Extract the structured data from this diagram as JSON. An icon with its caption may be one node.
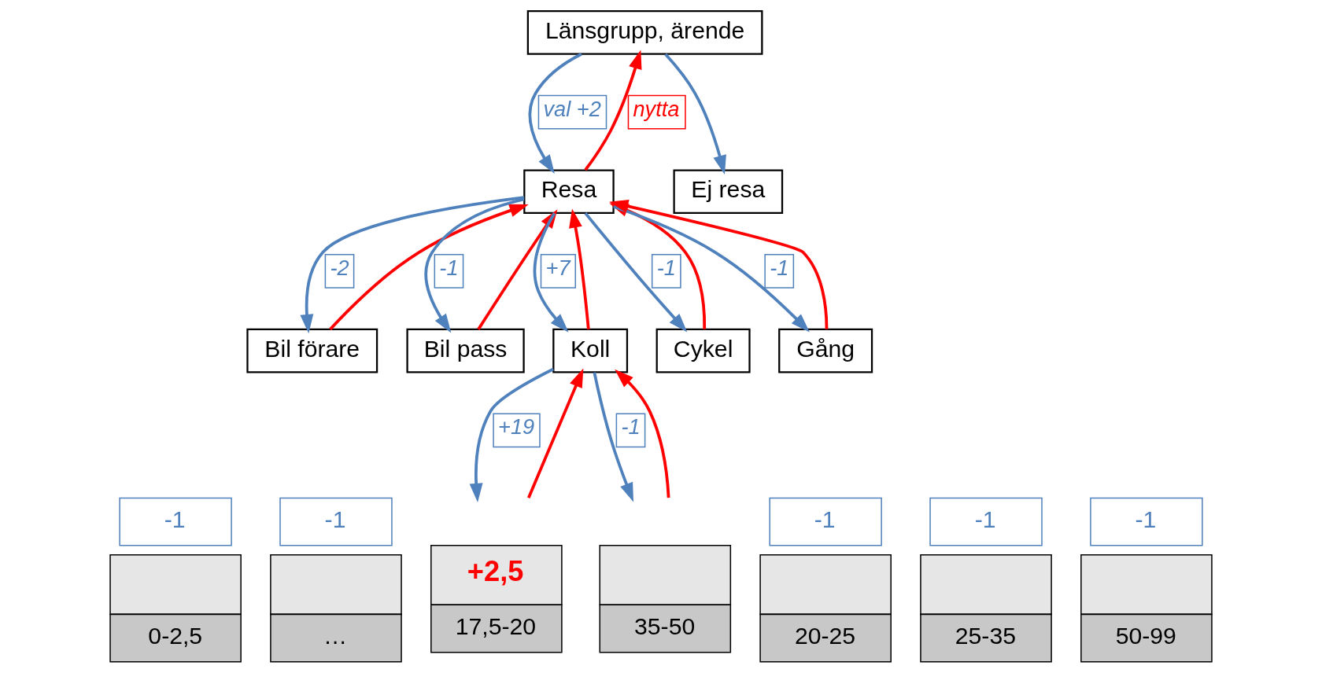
{
  "diagram": {
    "nodes": [
      {
        "text": [
          "Länsgrupp, ärende"
        ]
      },
      {
        "text": [
          "Resa"
        ]
      },
      {
        "text": [
          "Ej resa"
        ]
      },
      {
        "text": [
          "Bil förare"
        ]
      },
      {
        "text": [
          "Bil pass"
        ]
      },
      {
        "text": [
          "Koll"
        ]
      },
      {
        "text": [
          "Cykel"
        ]
      },
      {
        "text": [
          "Gång"
        ]
      },
      {
        "text": [
          "-1",
          "0-2,5"
        ]
      },
      {
        "text": [
          "-1",
          "…"
        ]
      },
      {
        "text": [
          "+2,5",
          "17,5-20"
        ]
      },
      {
        "text": [
          "-1",
          "20-25"
        ]
      },
      {
        "text": [
          "-1",
          "25-35"
        ]
      },
      {
        "text": [
          "35-50"
        ]
      },
      {
        "text": [
          "-1",
          "50-99"
        ]
      }
    ],
    "edges": [
      {
        "from": 0,
        "to": 1,
        "arrow": "to",
        "label": "val +2"
      },
      {
        "from": 1,
        "to": 0,
        "arrow": "to",
        "label": "nytta",
        "color": "#ff0000"
      },
      {
        "from": 0,
        "to": 2,
        "arrow": "to"
      },
      {
        "from": 1,
        "to": 3,
        "arrow": "to",
        "label": "-2"
      },
      {
        "from": 3,
        "to": 1,
        "arrow": "to",
        "color": "#ff0000"
      },
      {
        "from": 1,
        "to": 4,
        "arrow": "to",
        "label": "-1"
      },
      {
        "from": 4,
        "to": 1,
        "arrow": "to",
        "color": "#ff0000"
      },
      {
        "from": 1,
        "to": 5,
        "arrow": "to",
        "label": "+7"
      },
      {
        "from": 5,
        "to": 1,
        "arrow": "to",
        "color": "#ff0000"
      },
      {
        "from": 1,
        "to": 6,
        "arrow": "to",
        "label": "-1"
      },
      {
        "from": 6,
        "to": 1,
        "arrow": "to",
        "color": "#ff0000"
      },
      {
        "from": 1,
        "to": 7,
        "arrow": "to",
        "label": "-1"
      },
      {
        "from": 7,
        "to": 1,
        "arrow": "to",
        "color": "#ff0000"
      },
      {
        "from": 5,
        "to": 10,
        "arrow": "to",
        "label": "+19"
      },
      {
        "from": 10,
        "to": 5,
        "arrow": "to",
        "color": "#ff0000"
      },
      {
        "from": 5,
        "to": 13,
        "arrow": "to",
        "label": "-1"
      },
      {
        "from": 13,
        "to": 5,
        "arrow": "to",
        "color": "#ff0000"
      }
    ]
  }
}
